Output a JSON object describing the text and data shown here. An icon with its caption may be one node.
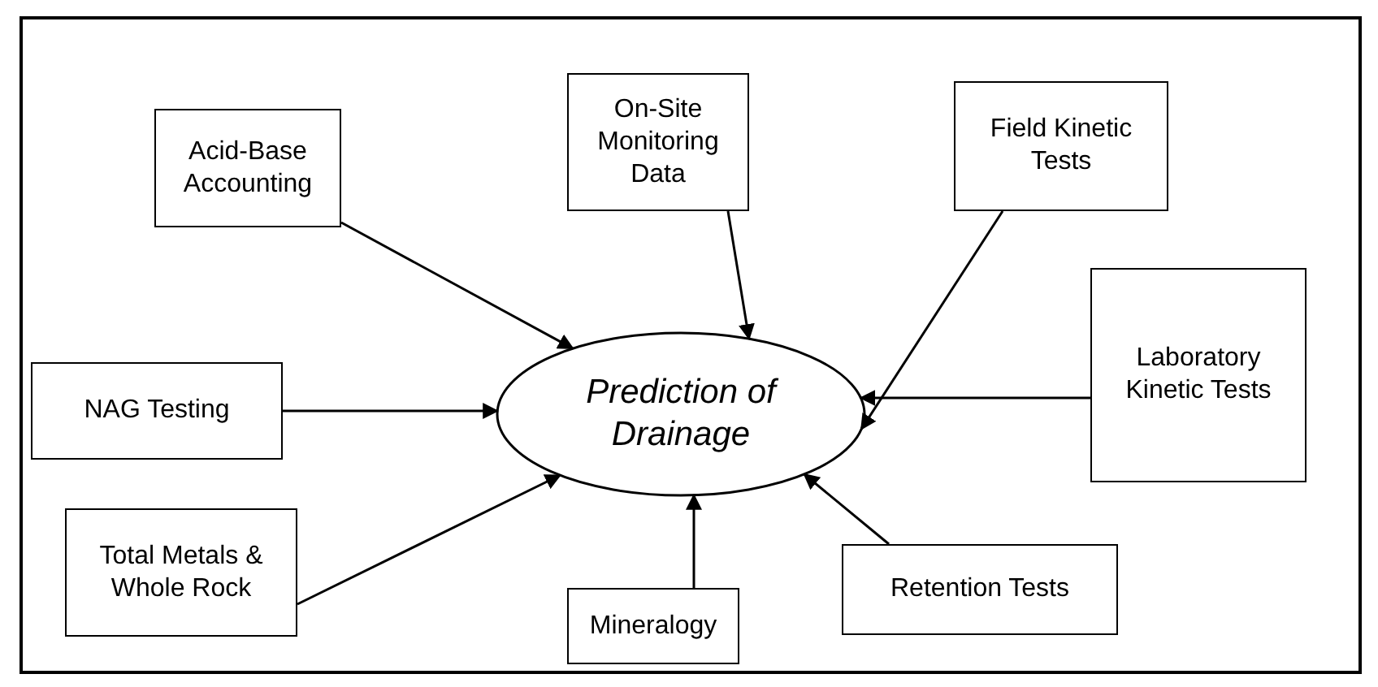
{
  "diagram": {
    "nodes": [
      {
        "text": [
          "Acid-Base Accounting"
        ]
      },
      {
        "text": [
          "On-Site Monitoring Data"
        ]
      },
      {
        "text": [
          "Field Kinetic Tests"
        ]
      },
      {
        "text": [
          "Laboratory Kinetic Tests"
        ]
      },
      {
        "text": [
          "Prediction of Drainage"
        ]
      },
      {
        "text": [
          "NAG Testing"
        ]
      },
      {
        "text": [
          "Total Metals & Whole Rock"
        ]
      },
      {
        "text": [
          "Retention Tests"
        ]
      },
      {
        "text": [
          "Mineralogy"
        ]
      }
    ],
    "edges": [
      {
        "from": 0,
        "to": 4,
        "arrow": "to"
      },
      {
        "from": 1,
        "to": 4,
        "arrow": "to"
      },
      {
        "from": 2,
        "to": 4,
        "arrow": "to"
      },
      {
        "from": 3,
        "to": 4,
        "arrow": "to"
      },
      {
        "from": 5,
        "to": 4,
        "arrow": "to"
      },
      {
        "from": 6,
        "to": 4,
        "arrow": "to"
      },
      {
        "from": 7,
        "to": 4,
        "arrow": "to"
      },
      {
        "from": 8,
        "to": 4,
        "arrow": "to"
      }
    ]
  }
}
